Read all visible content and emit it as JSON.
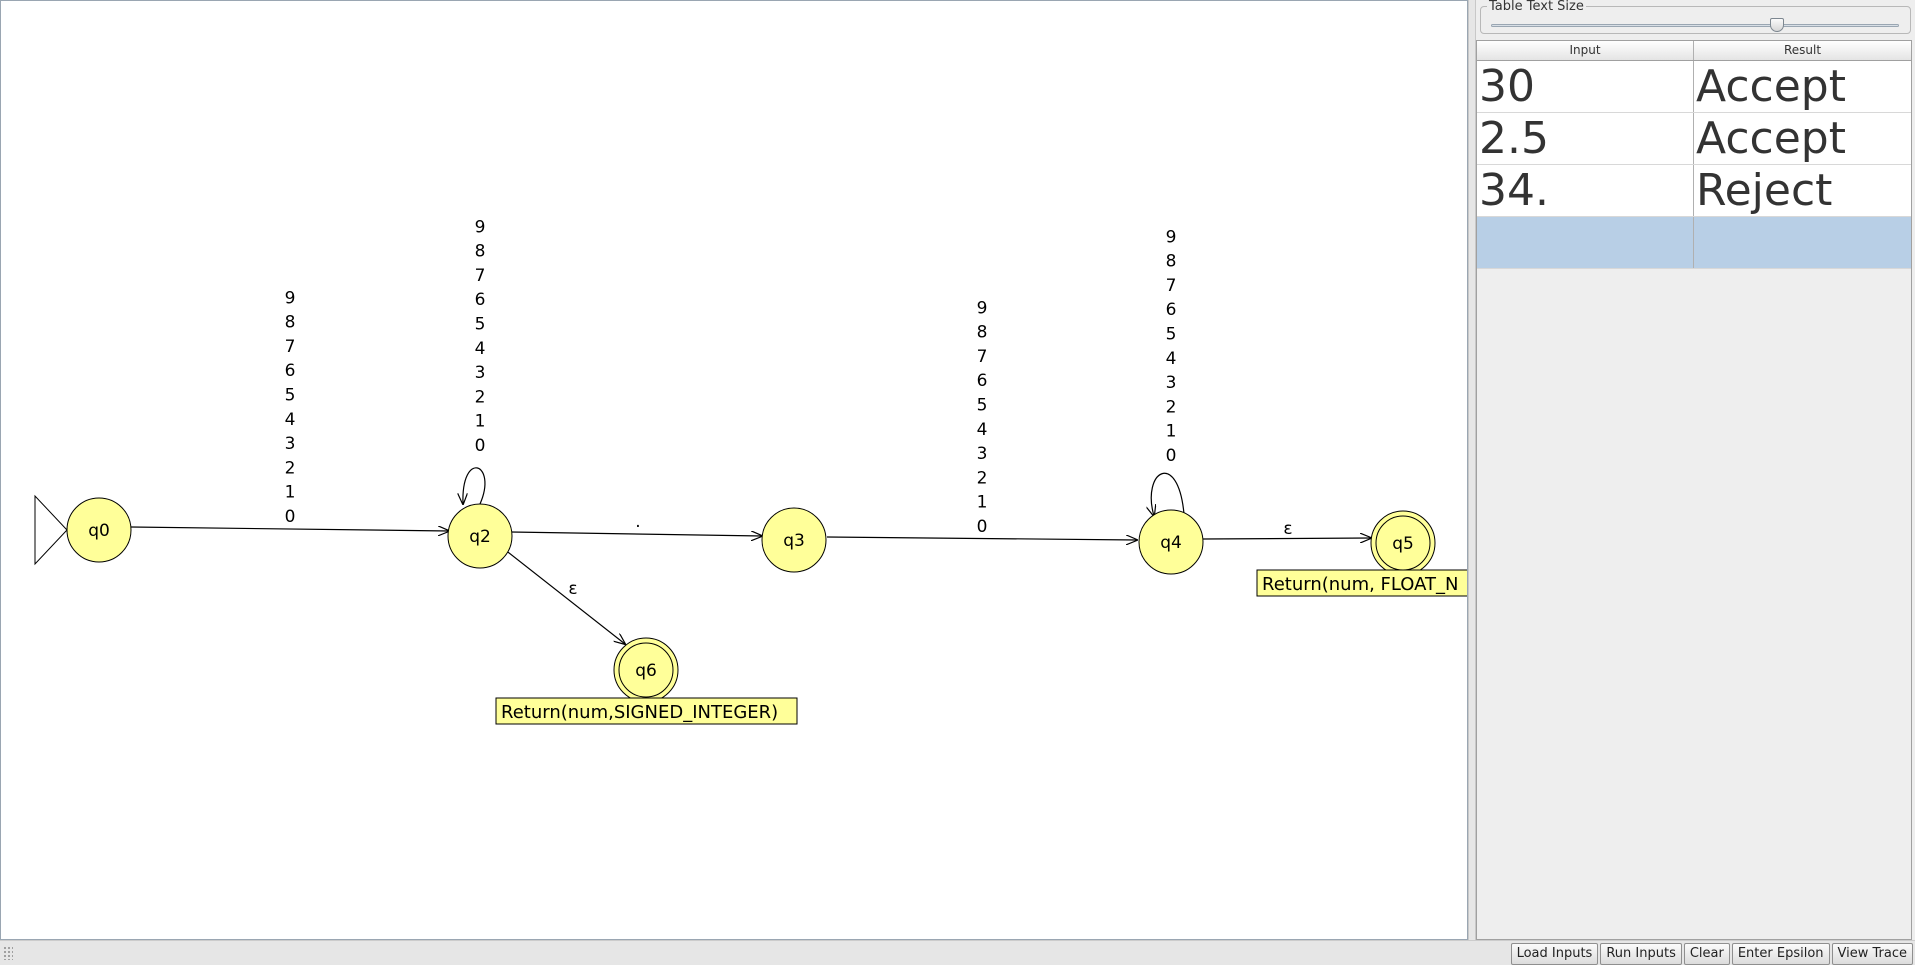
{
  "automaton": {
    "states": [
      {
        "id": "q0",
        "label": "q0",
        "initial": true,
        "final": false
      },
      {
        "id": "q2",
        "label": "q2",
        "initial": false,
        "final": false
      },
      {
        "id": "q3",
        "label": "q3",
        "initial": false,
        "final": false
      },
      {
        "id": "q4",
        "label": "q4",
        "initial": false,
        "final": false
      },
      {
        "id": "q5",
        "label": "q5",
        "initial": false,
        "final": true
      },
      {
        "id": "q6",
        "label": "q6",
        "initial": false,
        "final": true
      }
    ],
    "transitions": [
      {
        "from": "q0",
        "to": "q2",
        "labels": [
          "9",
          "8",
          "7",
          "6",
          "5",
          "4",
          "3",
          "2",
          "1",
          "0"
        ]
      },
      {
        "from": "q2",
        "to": "q2",
        "labels": [
          "9",
          "8",
          "7",
          "6",
          "5",
          "4",
          "3",
          "2",
          "1",
          "0"
        ]
      },
      {
        "from": "q2",
        "to": "q3",
        "labels": [
          "."
        ]
      },
      {
        "from": "q2",
        "to": "q6",
        "labels": [
          "ε"
        ]
      },
      {
        "from": "q3",
        "to": "q4",
        "labels": [
          "9",
          "8",
          "7",
          "6",
          "5",
          "4",
          "3",
          "2",
          "1",
          "0"
        ]
      },
      {
        "from": "q4",
        "to": "q4",
        "labels": [
          "9",
          "8",
          "7",
          "6",
          "5",
          "4",
          "3",
          "2",
          "1",
          "0"
        ]
      },
      {
        "from": "q4",
        "to": "q5",
        "labels": [
          "ε"
        ]
      }
    ],
    "notes": [
      {
        "state": "q6",
        "text": "Return(num,SIGNED_INTEGER)"
      },
      {
        "state": "q5",
        "text": "Return(num, FLOAT_N"
      }
    ],
    "colors": {
      "state_fill": "#ffff99",
      "stroke": "#000000",
      "selected_row": "#b8cfe6"
    }
  },
  "side_panel": {
    "slider_label": "Table Text Size",
    "slider_value": 0.7,
    "table": {
      "columns": [
        "Input",
        "Result"
      ],
      "rows": [
        {
          "input": "30",
          "result": "Accept"
        },
        {
          "input": "2.5",
          "result": "Accept"
        },
        {
          "input": "34.",
          "result": "Reject"
        },
        {
          "input": "",
          "result": ""
        }
      ]
    }
  },
  "buttons": {
    "load_inputs": "Load Inputs",
    "run_inputs": "Run Inputs",
    "clear": "Clear",
    "enter_epsilon": "Enter Epsilon",
    "view_trace": "View Trace"
  }
}
